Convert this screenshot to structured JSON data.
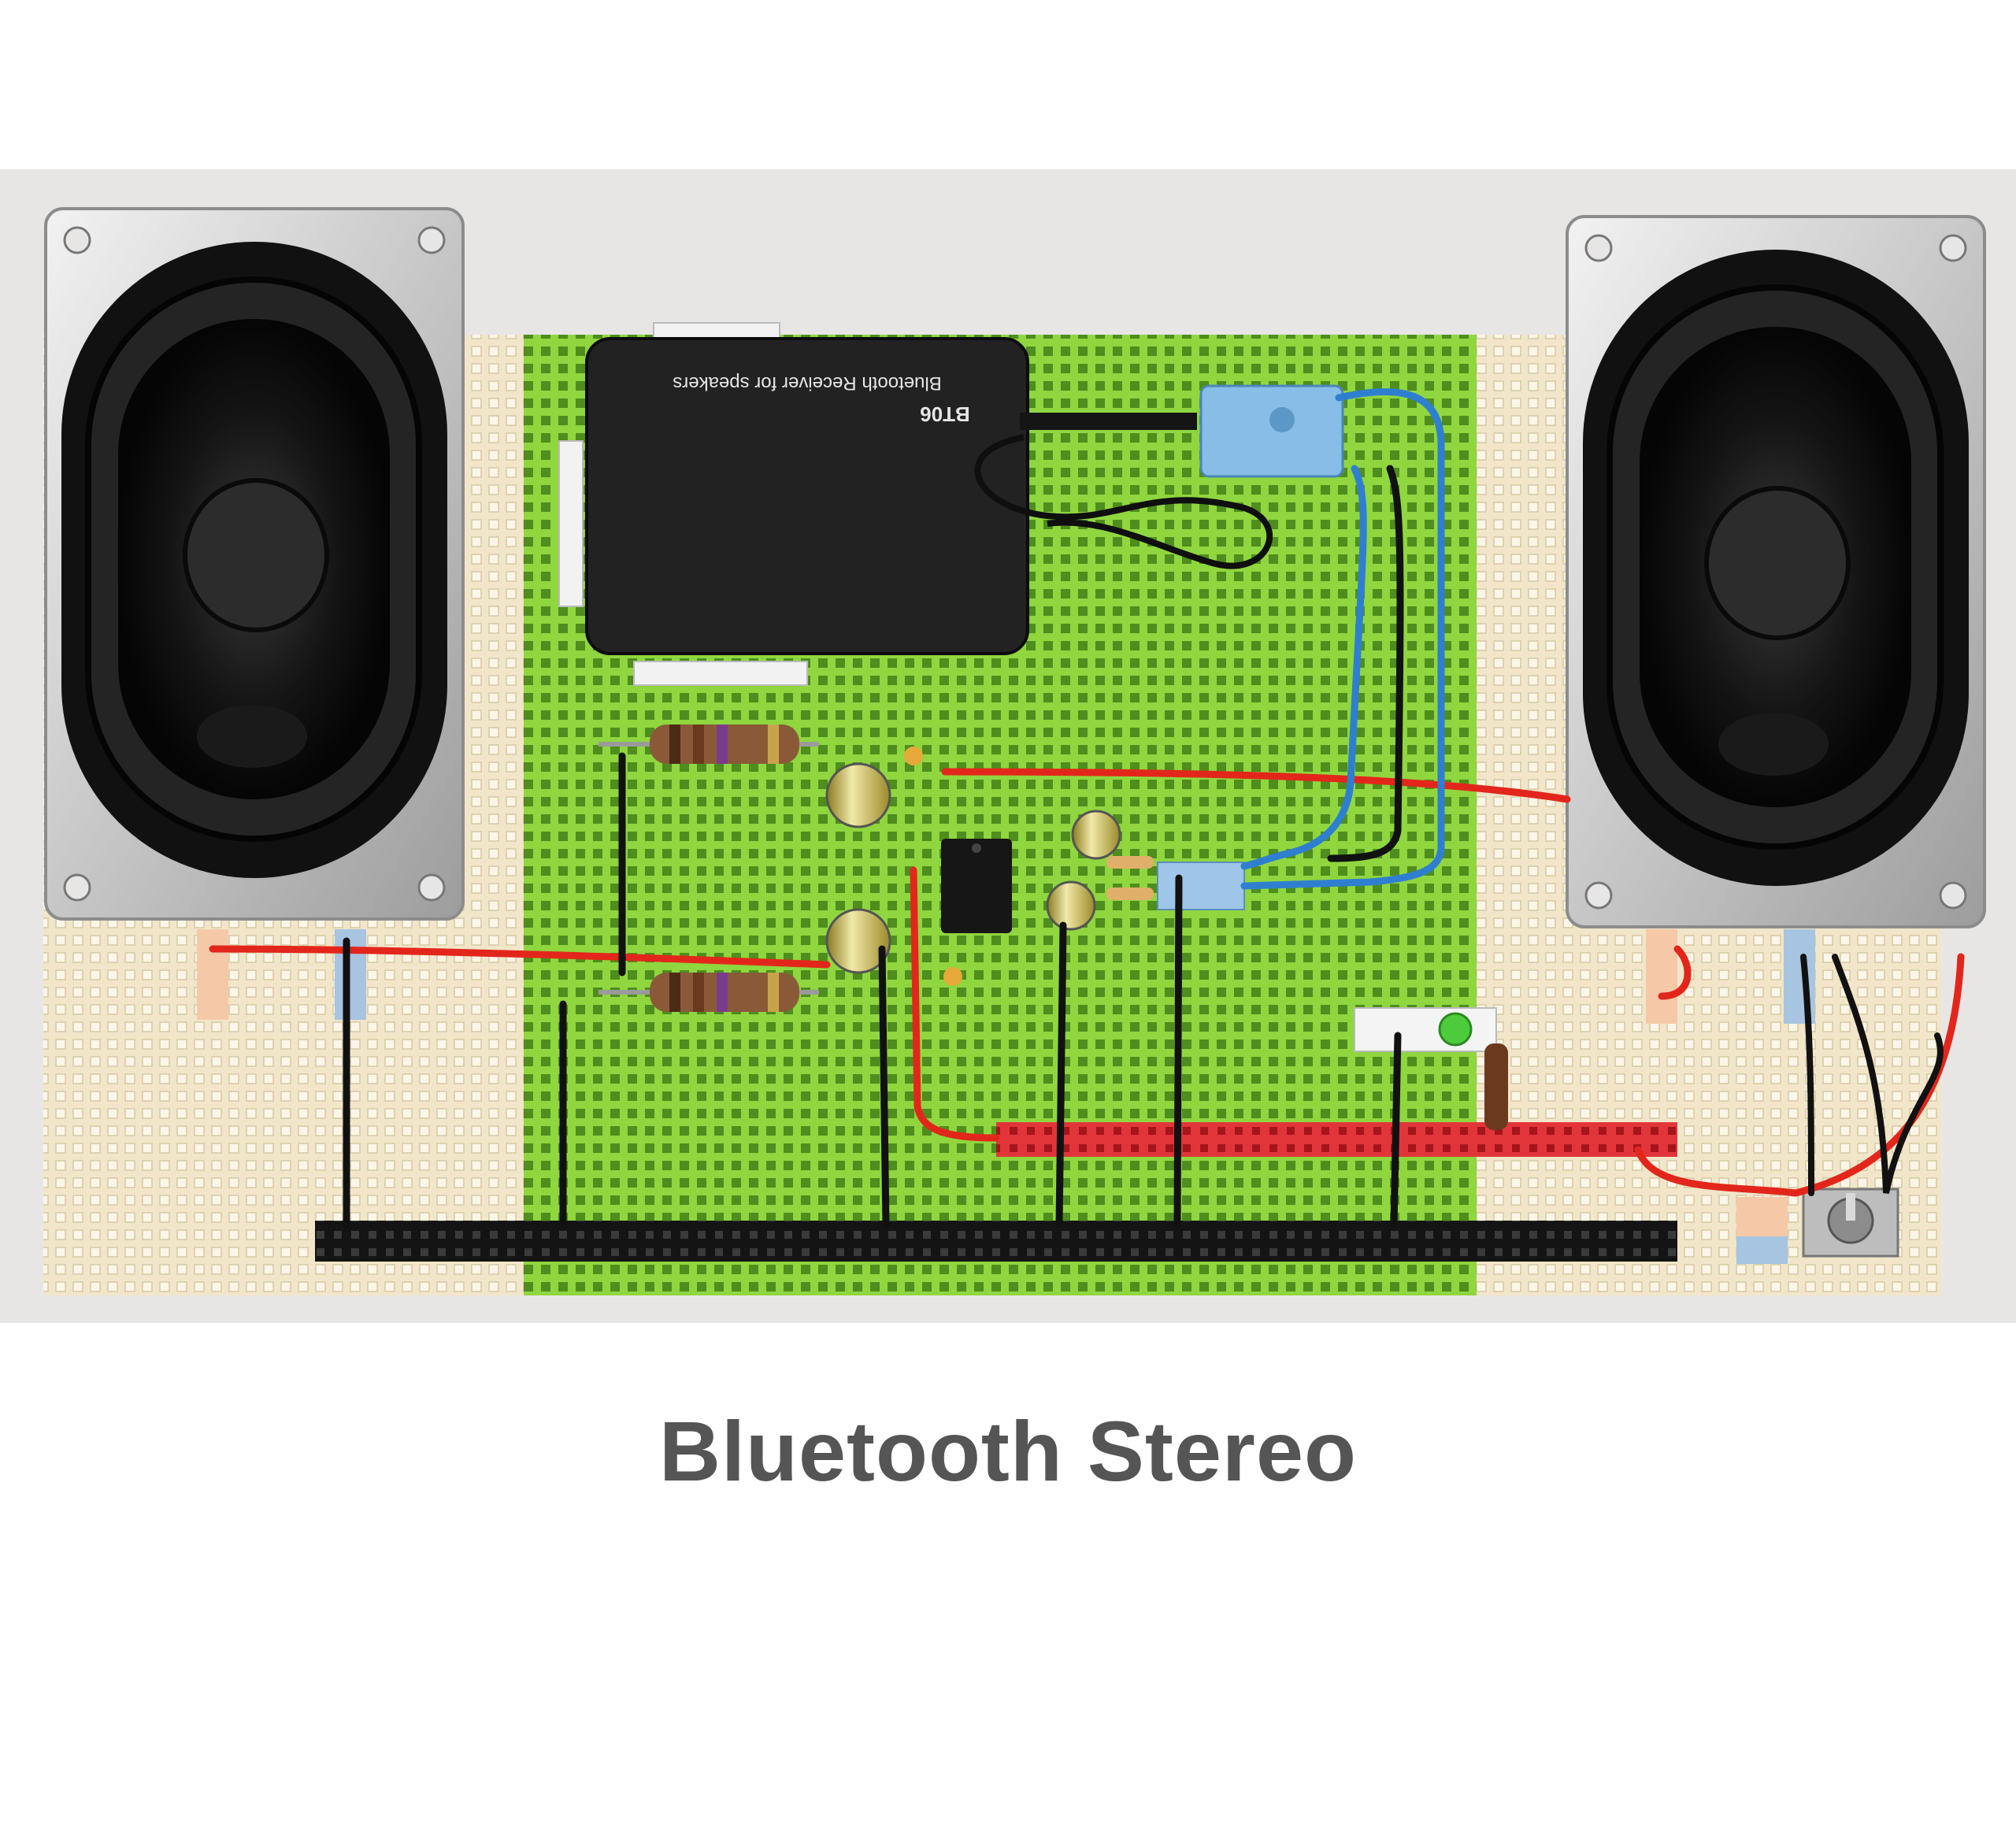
{
  "caption": "Bluetooth Stereo",
  "module": {
    "label": "Bluetooth Receiver for speakers",
    "model": "BT06"
  },
  "colors": {
    "background": "#ffffff",
    "photo_backdrop": "#e8e6e5",
    "stripboard": "#f2e8cc",
    "protoboard": "#8fd63f",
    "module_body": "#222222",
    "wire_red": "#e3261b",
    "wire_black": "#111111",
    "wire_blue": "#2f7fd0",
    "header_red": "#e2353a",
    "header_black": "#141414",
    "caption_text": "#555555"
  }
}
